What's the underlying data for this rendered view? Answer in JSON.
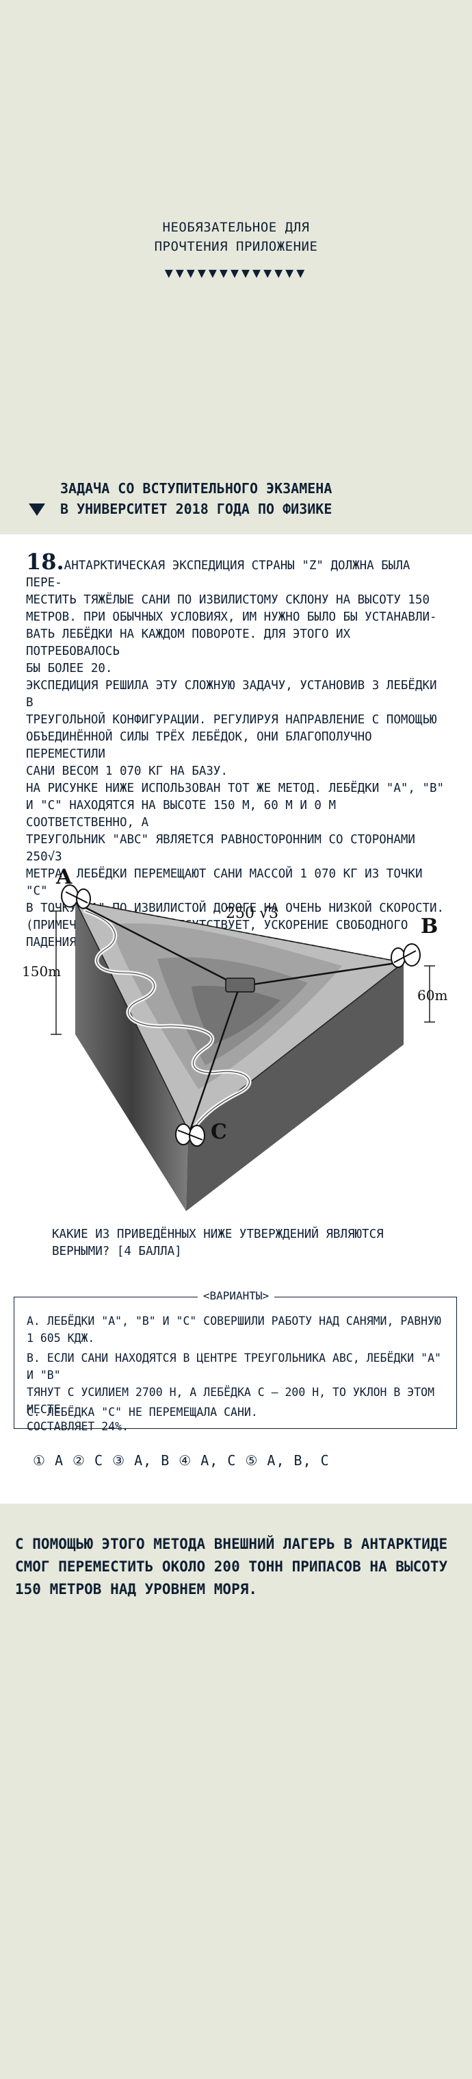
{
  "intro": {
    "note_line1": "НЕОБЯЗАТЕЛЬНОЕ ДЛЯ",
    "note_line2": "ПРОЧТЕНИЯ ПРИЛОЖЕНИЕ",
    "triangles": "▼▼▼▼▼▼▼▼▼▼▼▼▼"
  },
  "exam": {
    "title_line1": "ЗАДАЧА СО ВСТУПИТЕЛЬНОГО ЭКЗАМЕНА",
    "title_line2": "В УНИВЕРСИТЕТ 2018 ГОДА ПО ФИЗИКЕ"
  },
  "problem": {
    "number": "18.",
    "text": "АНТАРКТИЧЕСКАЯ ЭКСПЕДИЦИЯ СТРАНЫ \"Z\" ДОЛЖНА БЫЛА ПЕРЕ-\nМЕСТИТЬ ТЯЖЁЛЫЕ САНИ ПО ИЗВИЛИСТОМУ СКЛОНУ НА ВЫСОТУ 150\nМЕТРОВ. ПРИ ОБЫЧНЫХ УСЛОВИЯХ, ИМ НУЖНО БЫЛО БЫ УСТАНАВЛИ-\nВАТЬ ЛЕБЁДКИ НА КАЖДОМ ПОВОРОТЕ. ДЛЯ ЭТОГО ИХ ПОТРЕБОВАЛОСЬ\nБЫ БОЛЕЕ 20.\nЭКСПЕДИЦИЯ РЕШИЛА ЭТУ СЛОЖНУЮ ЗАДАЧУ, УСТАНОВИВ 3 ЛЕБЁДКИ В\nТРЕУГОЛЬНОЙ КОНФИГУРАЦИИ. РЕГУЛИРУЯ НАПРАВЛЕНИЕ С ПОМОЩЬЮ\nОБЪЕДИНЁННОЙ СИЛЫ ТРЁХ ЛЕБЁДОК, ОНИ БЛАГОПОЛУЧНО ПЕРЕМЕСТИЛИ\nСАНИ ВЕСОМ 1 070 КГ НА БАЗУ.\nНА РИСУНКЕ НИЖЕ ИСПОЛЬЗОВАН ТОТ ЖЕ МЕТОД. ЛЕБЁДКИ \"А\", \"В\"\nИ \"С\" НАХОДЯТСЯ НА ВЫСОТЕ 150 М, 60 М И 0 М СООТВЕТСТВЕННО, А\nТРЕУГОЛЬНИК \"АВС\" ЯВЛЯЕТСЯ РАВНОСТОРОННИМ СО СТОРОНАМИ 250√3\nМЕТРА. ЛЕБЁДКИ ПЕРЕМЕЩАЮТ САНИ МАССОЙ 1 070 КГ ИЗ ТОЧКИ \"С\"\nВ ТОЧКУ \"А\" ПО ИЗВИЛИСТОЙ ДОРОГЕ НА ОЧЕНЬ НИЗКОЙ СКОРОСТИ.\n(ПРИМЕЧАНИЕ: ТРЕНИЕ ОТСУТСТВУЕТ, УСКОРЕНИЕ СВОБОДНОГО\nПАДЕНИЯ = 10 М/С².)"
  },
  "figure": {
    "label_a": "A",
    "label_b": "B",
    "label_c": "C",
    "side_length": "250 √3",
    "height_a": "150m",
    "height_b": "60m",
    "colors": {
      "terrain_dark": "#4a4a4a",
      "terrain_mid": "#8a8a8a",
      "terrain_light": "#c9c9c9",
      "road": "#f4f4f4"
    }
  },
  "question": {
    "text": "КАКИЕ ИЗ ПРИВЕДЁННЫХ НИЖЕ УТВЕРЖДЕНИЙ ЯВЛЯЮТСЯ\nВЕРНЫМИ? [4 БАЛЛА]"
  },
  "options": {
    "title": "<ВАРИАНТЫ>",
    "a": "А. ЛЕБЁДКИ \"А\", \"В\" И \"С\" СОВЕРШИЛИ РАБОТУ НАД САНЯМИ, РАВНУЮ\n1 605 КДЖ.",
    "b": "В. ЕСЛИ САНИ НАХОДЯТСЯ В ЦЕНТРЕ ТРЕУГОЛЬНИКА АВС, ЛЕБЁДКИ \"А\" И \"В\"\nТЯНУТ С УСИЛИЕМ 2700 Н, А ЛЕБЁДКА С — 200 Н, ТО УКЛОН В ЭТОМ МЕСТЕ\nСОСТАВЛЯЕТ 24%.",
    "c": "С. ЛЕБЁДКА \"С\" НЕ ПЕРЕМЕЩАЛА САНИ."
  },
  "answers": {
    "line": "① А ② С ③ А, В ④ А, С ⑤ А, В, С"
  },
  "footer": {
    "text": "С ПОМОЩЬЮ ЭТОГО МЕТОДА ВНЕШНИЙ ЛАГЕРЬ В АНТАРКТИДЕ\nСМОГ ПЕРЕМЕСТИТЬ ОКОЛО 200 ТОНН ПРИПАСОВ НА ВЫСОТУ\n150 МЕТРОВ НАД УРОВНЕМ МОРЯ."
  }
}
